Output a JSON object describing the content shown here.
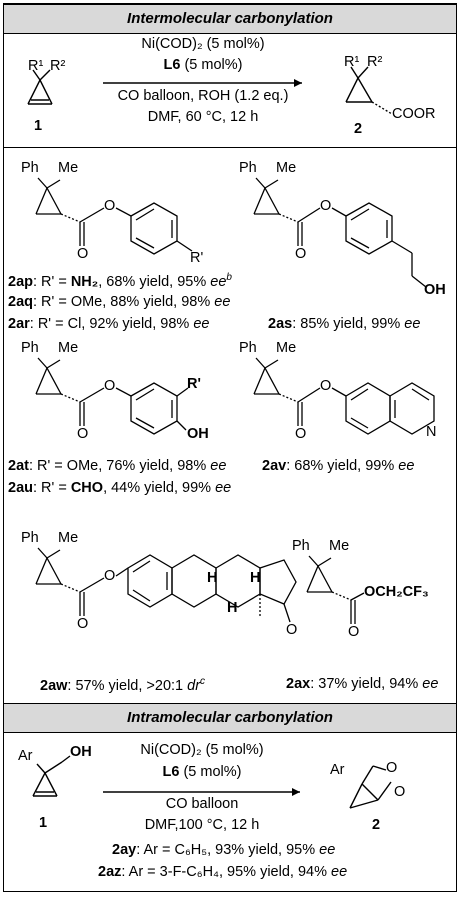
{
  "headers": {
    "inter": "Intermolecular carbonylation",
    "intra": "Intramolecular carbonylation"
  },
  "inter_scheme": {
    "sub_num": "1",
    "prod_num": "2",
    "cond1": "Ni(COD)₂ (5 mol%)",
    "cond2": "L6",
    "cond2b": " (5 mol%)",
    "cond3": "CO balloon, ROH (1.2 eq.)",
    "cond4": "DMF, 60 °C, 12 h",
    "r1": "R¹",
    "r2": "R²",
    "cooR": "COOR"
  },
  "atoms": {
    "ph": "Ph",
    "me": "Me",
    "o": "O",
    "oh": "OH",
    "n": "N",
    "h": "H",
    "rp": "R'",
    "ar": "Ar",
    "och2cf3": "OCH₂CF₃"
  },
  "products": {
    "ap": {
      "id": "2ap",
      "pre": ": R' = ",
      "sub": "NH₂",
      "rest": ", 68% yield, 95% ",
      "ee": "ee",
      "sup": "b"
    },
    "aq": {
      "id": "2aq",
      "rest": ": R' = OMe, 88% yield, 98% ",
      "ee": "ee"
    },
    "ar": {
      "id": "2ar",
      "rest": ": R' = Cl, 92% yield, 98% ",
      "ee": "ee"
    },
    "as": {
      "id": "2as",
      "rest": ": 85% yield, 99% ",
      "ee": "ee"
    },
    "at": {
      "id": "2at",
      "rest": ": R' = OMe, 76% yield, 98% ",
      "ee": "ee"
    },
    "au": {
      "id": "2au",
      "pre": ": R' = ",
      "sub": "CHO",
      "rest": ", 44% yield, 99% ",
      "ee": "ee"
    },
    "av": {
      "id": "2av",
      "rest": ": 68% yield, 99% ",
      "ee": "ee"
    },
    "aw": {
      "id": "2aw",
      "rest": ": 57% yield, >20:1 ",
      "dr": "dr",
      "sup": "c"
    },
    "ax": {
      "id": "2ax",
      "rest": ": 37% yield, 94% ",
      "ee": "ee"
    }
  },
  "intra_scheme": {
    "sub_num": "1",
    "prod_num": "2",
    "cond1": "Ni(COD)₂ (5 mol%)",
    "cond2": "L6",
    "cond2b": " (5 mol%)",
    "cond3": "CO balloon",
    "cond4": "DMF,100 °C, 12 h",
    "ay": {
      "id": "2ay",
      "rest": ": Ar = C₆H₅, 93% yield, 95% ",
      "ee": "ee"
    },
    "az": {
      "id": "2az",
      "rest": ": Ar = 3-F-C₆H₄, 95% yield, 94% ",
      "ee": "ee"
    }
  }
}
